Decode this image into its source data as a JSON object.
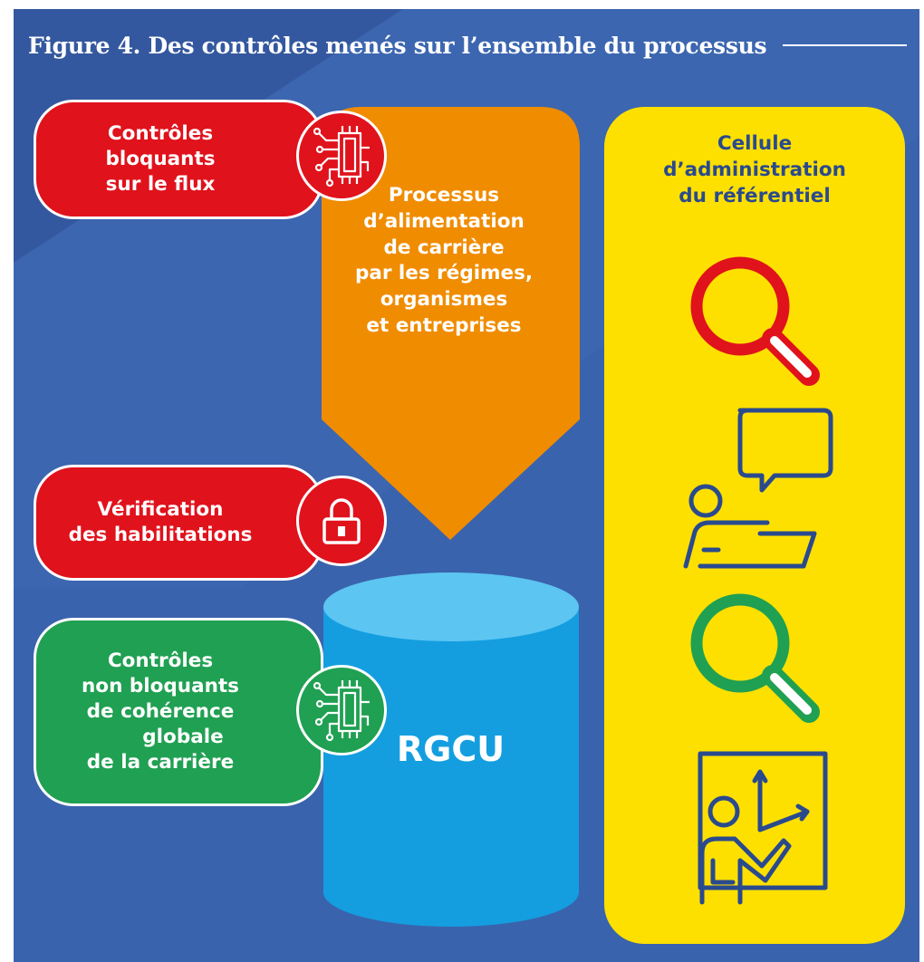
{
  "title": "Figure 4. Des contrôles menés sur l’ensemble du processus",
  "colors": {
    "background": "#3a63ad",
    "red": "#e0121c",
    "green": "#20a052",
    "orange": "#f08c00",
    "cylinder_body": "#149ee0",
    "cylinder_top": "#5cc5f2",
    "yellow": "#fee000",
    "navy": "#2a4a8e"
  },
  "controls": {
    "blocking": {
      "lines": [
        "Contrôles",
        "bloquants",
        "sur le flux"
      ],
      "icon": "circuit-icon"
    },
    "auth": {
      "lines": [
        "Vérification",
        "des habilitations"
      ],
      "icon": "padlock-icon"
    },
    "coherence": {
      "lines": [
        "Contrôles",
        "non bloquants",
        "de cohérence",
        "globale",
        "de la carrière"
      ],
      "icon": "circuit-icon"
    }
  },
  "process": {
    "lines": [
      "Processus",
      "d’alimentation",
      "de carrière",
      "par les régimes,",
      "organismes",
      "et entreprises"
    ]
  },
  "database": {
    "label": "RGCU"
  },
  "cellule": {
    "lines": [
      "Cellule",
      "d’administration",
      "du référentiel"
    ],
    "icons": [
      "magnifier-red-icon",
      "person-laptop-speech-icon",
      "magnifier-green-icon",
      "teacher-board-icon"
    ]
  }
}
